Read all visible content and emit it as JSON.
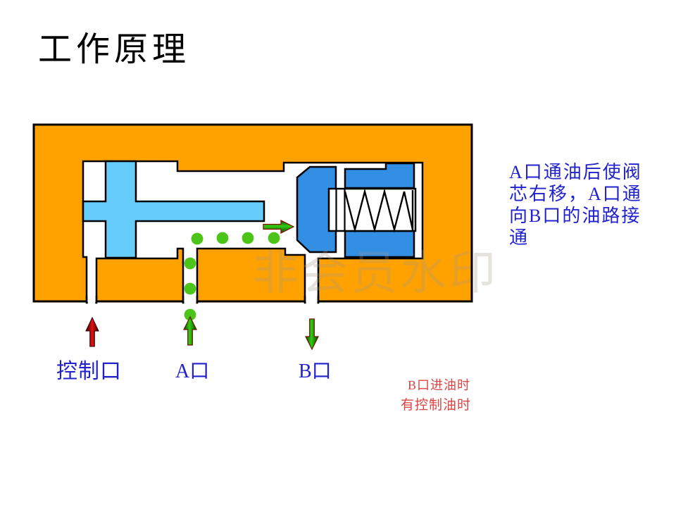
{
  "slide": {
    "title": "工作原理"
  },
  "watermark": {
    "text": "非会员水印"
  },
  "diagram": {
    "description": "pilot-operated check valve cross-section",
    "port_labels": {
      "control": "控制口",
      "a": "A口",
      "b": "B口"
    },
    "annotation": "A口通油后使阀\n芯右移，A口通\n向B口的油路接\n通",
    "notes": {
      "line1": "B口进油时",
      "line2": "有控制油时"
    },
    "colors": {
      "body_orange": "#FFA200",
      "spool_light_blue": "#66CCFA",
      "poppet_blue": "#338FE3",
      "flow_dot_green": "#4CC41A",
      "arrow_green": "#33CC11",
      "arrow_red": "#E01212",
      "label_blue": "#2222CC",
      "note_red": "#DC4343",
      "outline_black": "#000000"
    }
  }
}
